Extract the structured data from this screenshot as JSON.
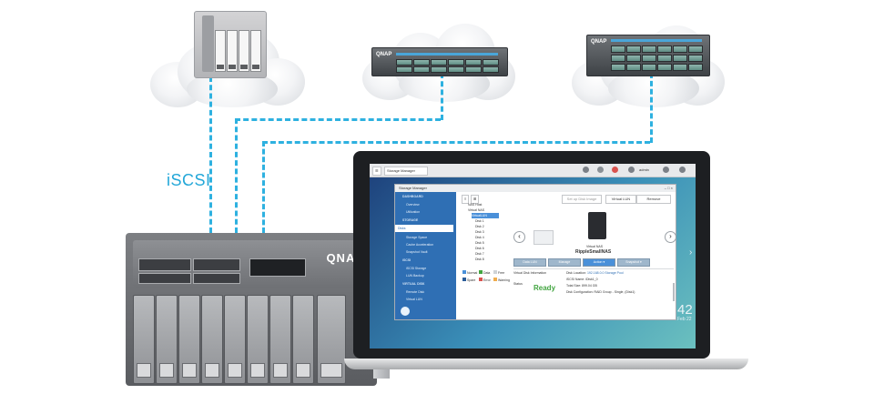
{
  "diagram": {
    "protocol_label": "iSCSI",
    "rack_logo": "QNAP",
    "nas_logo": "QNAP",
    "line_color": "#2eb1e0"
  },
  "app": {
    "window_tab": "Storage Manager",
    "window_title": "Storage Manager",
    "user": "admin",
    "toolbar_buttons": [
      "Set up Disk Image",
      "Virtual LUN",
      "Remove"
    ],
    "view_modes": [
      "≡",
      "⊞"
    ],
    "sidebar": {
      "sections": [
        {
          "title": "DASHBOARD",
          "items": [
            "Overview",
            "Utilization"
          ]
        },
        {
          "title": "STORAGE",
          "items": [
            "Disks",
            "Storage Space",
            "Cache Acceleration",
            "Snapshot Vault"
          ]
        },
        {
          "title": "iSCSI",
          "items": [
            "iSCSI Storage",
            "LUN Backup"
          ]
        },
        {
          "title": "VIRTUAL DISK",
          "items": [
            "Remote Disk",
            "Virtual LUN"
          ]
        }
      ],
      "active_item": "Disks"
    },
    "tree": [
      "NAS Host",
      "Virtual NAS",
      "VirtualLUN",
      "Disk 1",
      "Disk 2",
      "Disk 3",
      "Disk 4",
      "Disk 5",
      "Disk 6",
      "Disk 7",
      "Disk 8"
    ],
    "device": {
      "type_label": "Virtual NAS",
      "name": "RippleSmallNAS"
    },
    "actions": [
      "Data LUN",
      "Manage",
      "Action ▾",
      "Snapshot ▾"
    ],
    "legend": [
      "Normal",
      "Data",
      "Free",
      "Spare",
      "Error",
      "Warning"
    ],
    "info": {
      "col1_title": "Virtual Disk Information",
      "status_label": "Status",
      "status_value": "Ready",
      "disk_location_label": "Disk Location:",
      "disk_location_value": "192.168.0.0  Storage Pool",
      "iscsi_name": "iSCSI Name: iDisk1_0",
      "total_size": "Total Size: 899.04 GB",
      "raid_config": "Disk Configuration: RAID Group - Single, (Disk1)"
    },
    "clock": {
      "time": "42",
      "date": "Feb 22"
    }
  }
}
